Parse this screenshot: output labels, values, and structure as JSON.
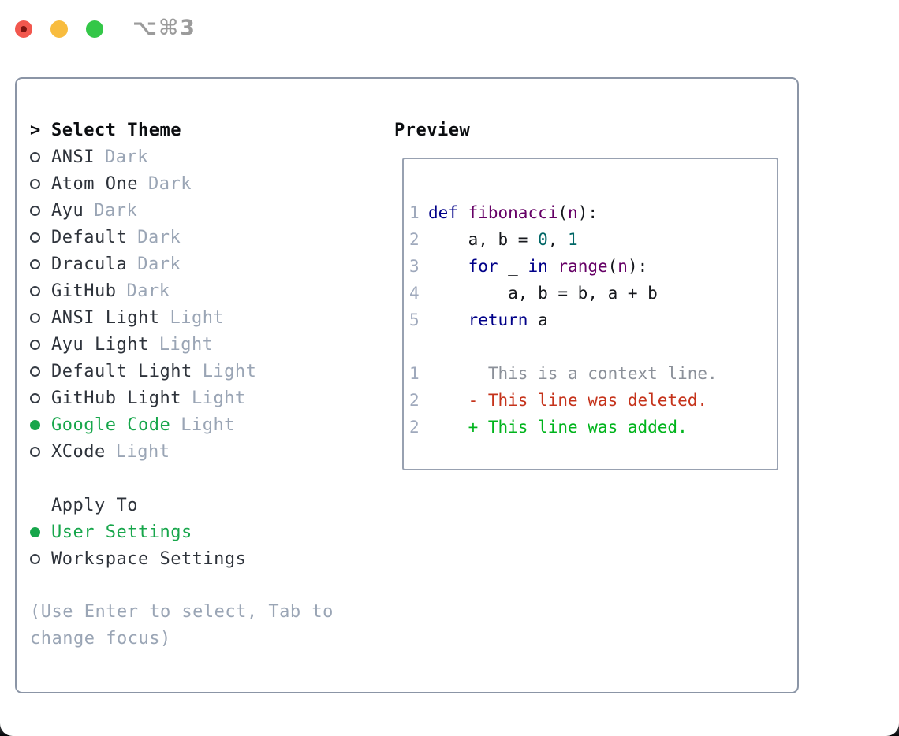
{
  "window": {
    "title": "⌥⌘3",
    "traffic_lights": {
      "close_color": "#f2574e",
      "close_inner_dot_color": "#7d1410",
      "minimize_color": "#f8bc3e",
      "zoom_color": "#33c748"
    }
  },
  "colors": {
    "selected_green": "#17a64b",
    "keyword_navy": "#000088",
    "title_purple": "#660066",
    "number_teal": "#006666",
    "plain_text": "#16181d",
    "line_number_gray": "#9fa9bc",
    "context_gray": "#8b9099",
    "deleted_red": "#c5331b",
    "added_green": "#00b41c",
    "muted_gray": "#9aa5b5",
    "panel_border": "#8b95a6",
    "preview_border": "#98a1b1"
  },
  "theme_selector": {
    "header_marker": ">",
    "header": "Select Theme",
    "items": [
      {
        "label": "ANSI",
        "variant": "Dark",
        "selected": false
      },
      {
        "label": "Atom One",
        "variant": "Dark",
        "selected": false
      },
      {
        "label": "Ayu",
        "variant": "Dark",
        "selected": false
      },
      {
        "label": "Default",
        "variant": "Dark",
        "selected": false
      },
      {
        "label": "Dracula",
        "variant": "Dark",
        "selected": false
      },
      {
        "label": "GitHub",
        "variant": "Dark",
        "selected": false
      },
      {
        "label": "ANSI Light",
        "variant": "Light",
        "selected": false
      },
      {
        "label": "Ayu Light",
        "variant": "Light",
        "selected": false
      },
      {
        "label": "Default Light",
        "variant": "Light",
        "selected": false
      },
      {
        "label": "GitHub Light",
        "variant": "Light",
        "selected": false
      },
      {
        "label": "Google Code",
        "variant": "Light",
        "selected": true
      },
      {
        "label": "XCode",
        "variant": "Light",
        "selected": false
      }
    ],
    "apply_to": {
      "header": "Apply To",
      "options": [
        {
          "label": "User Settings",
          "selected": true
        },
        {
          "label": "Workspace Settings",
          "selected": false
        }
      ]
    },
    "help_lines": [
      "(Use Enter to select, Tab to",
      "change focus)"
    ]
  },
  "preview": {
    "title": "Preview",
    "code_lines": [
      {
        "num": "1",
        "segments": [
          {
            "t": "def",
            "c": "kw"
          },
          {
            "t": " ",
            "c": "plain"
          },
          {
            "t": "fibonacci",
            "c": "fn"
          },
          {
            "t": "(",
            "c": "plain"
          },
          {
            "t": "n",
            "c": "fn"
          },
          {
            "t": "):",
            "c": "plain"
          }
        ]
      },
      {
        "num": "2",
        "segments": [
          {
            "t": "    a, b = ",
            "c": "plain"
          },
          {
            "t": "0",
            "c": "num"
          },
          {
            "t": ", ",
            "c": "plain"
          },
          {
            "t": "1",
            "c": "num"
          }
        ]
      },
      {
        "num": "3",
        "segments": [
          {
            "t": "    ",
            "c": "plain"
          },
          {
            "t": "for",
            "c": "kw"
          },
          {
            "t": " _ ",
            "c": "plain"
          },
          {
            "t": "in",
            "c": "kw"
          },
          {
            "t": " ",
            "c": "plain"
          },
          {
            "t": "range",
            "c": "fn"
          },
          {
            "t": "(",
            "c": "plain"
          },
          {
            "t": "n",
            "c": "fn"
          },
          {
            "t": "):",
            "c": "plain"
          }
        ]
      },
      {
        "num": "4",
        "segments": [
          {
            "t": "        a, b = b, a + b",
            "c": "plain"
          }
        ]
      },
      {
        "num": "5",
        "segments": [
          {
            "t": "    ",
            "c": "plain"
          },
          {
            "t": "return",
            "c": "kw"
          },
          {
            "t": " a",
            "c": "plain"
          }
        ]
      }
    ],
    "diff_lines": [
      {
        "num": "1",
        "marker": " ",
        "text": "This is a context line.",
        "type": "context"
      },
      {
        "num": "2",
        "marker": "-",
        "text": "This line was deleted.",
        "type": "deleted"
      },
      {
        "num": "2",
        "marker": "+",
        "text": "This line was added.",
        "type": "added"
      }
    ]
  }
}
